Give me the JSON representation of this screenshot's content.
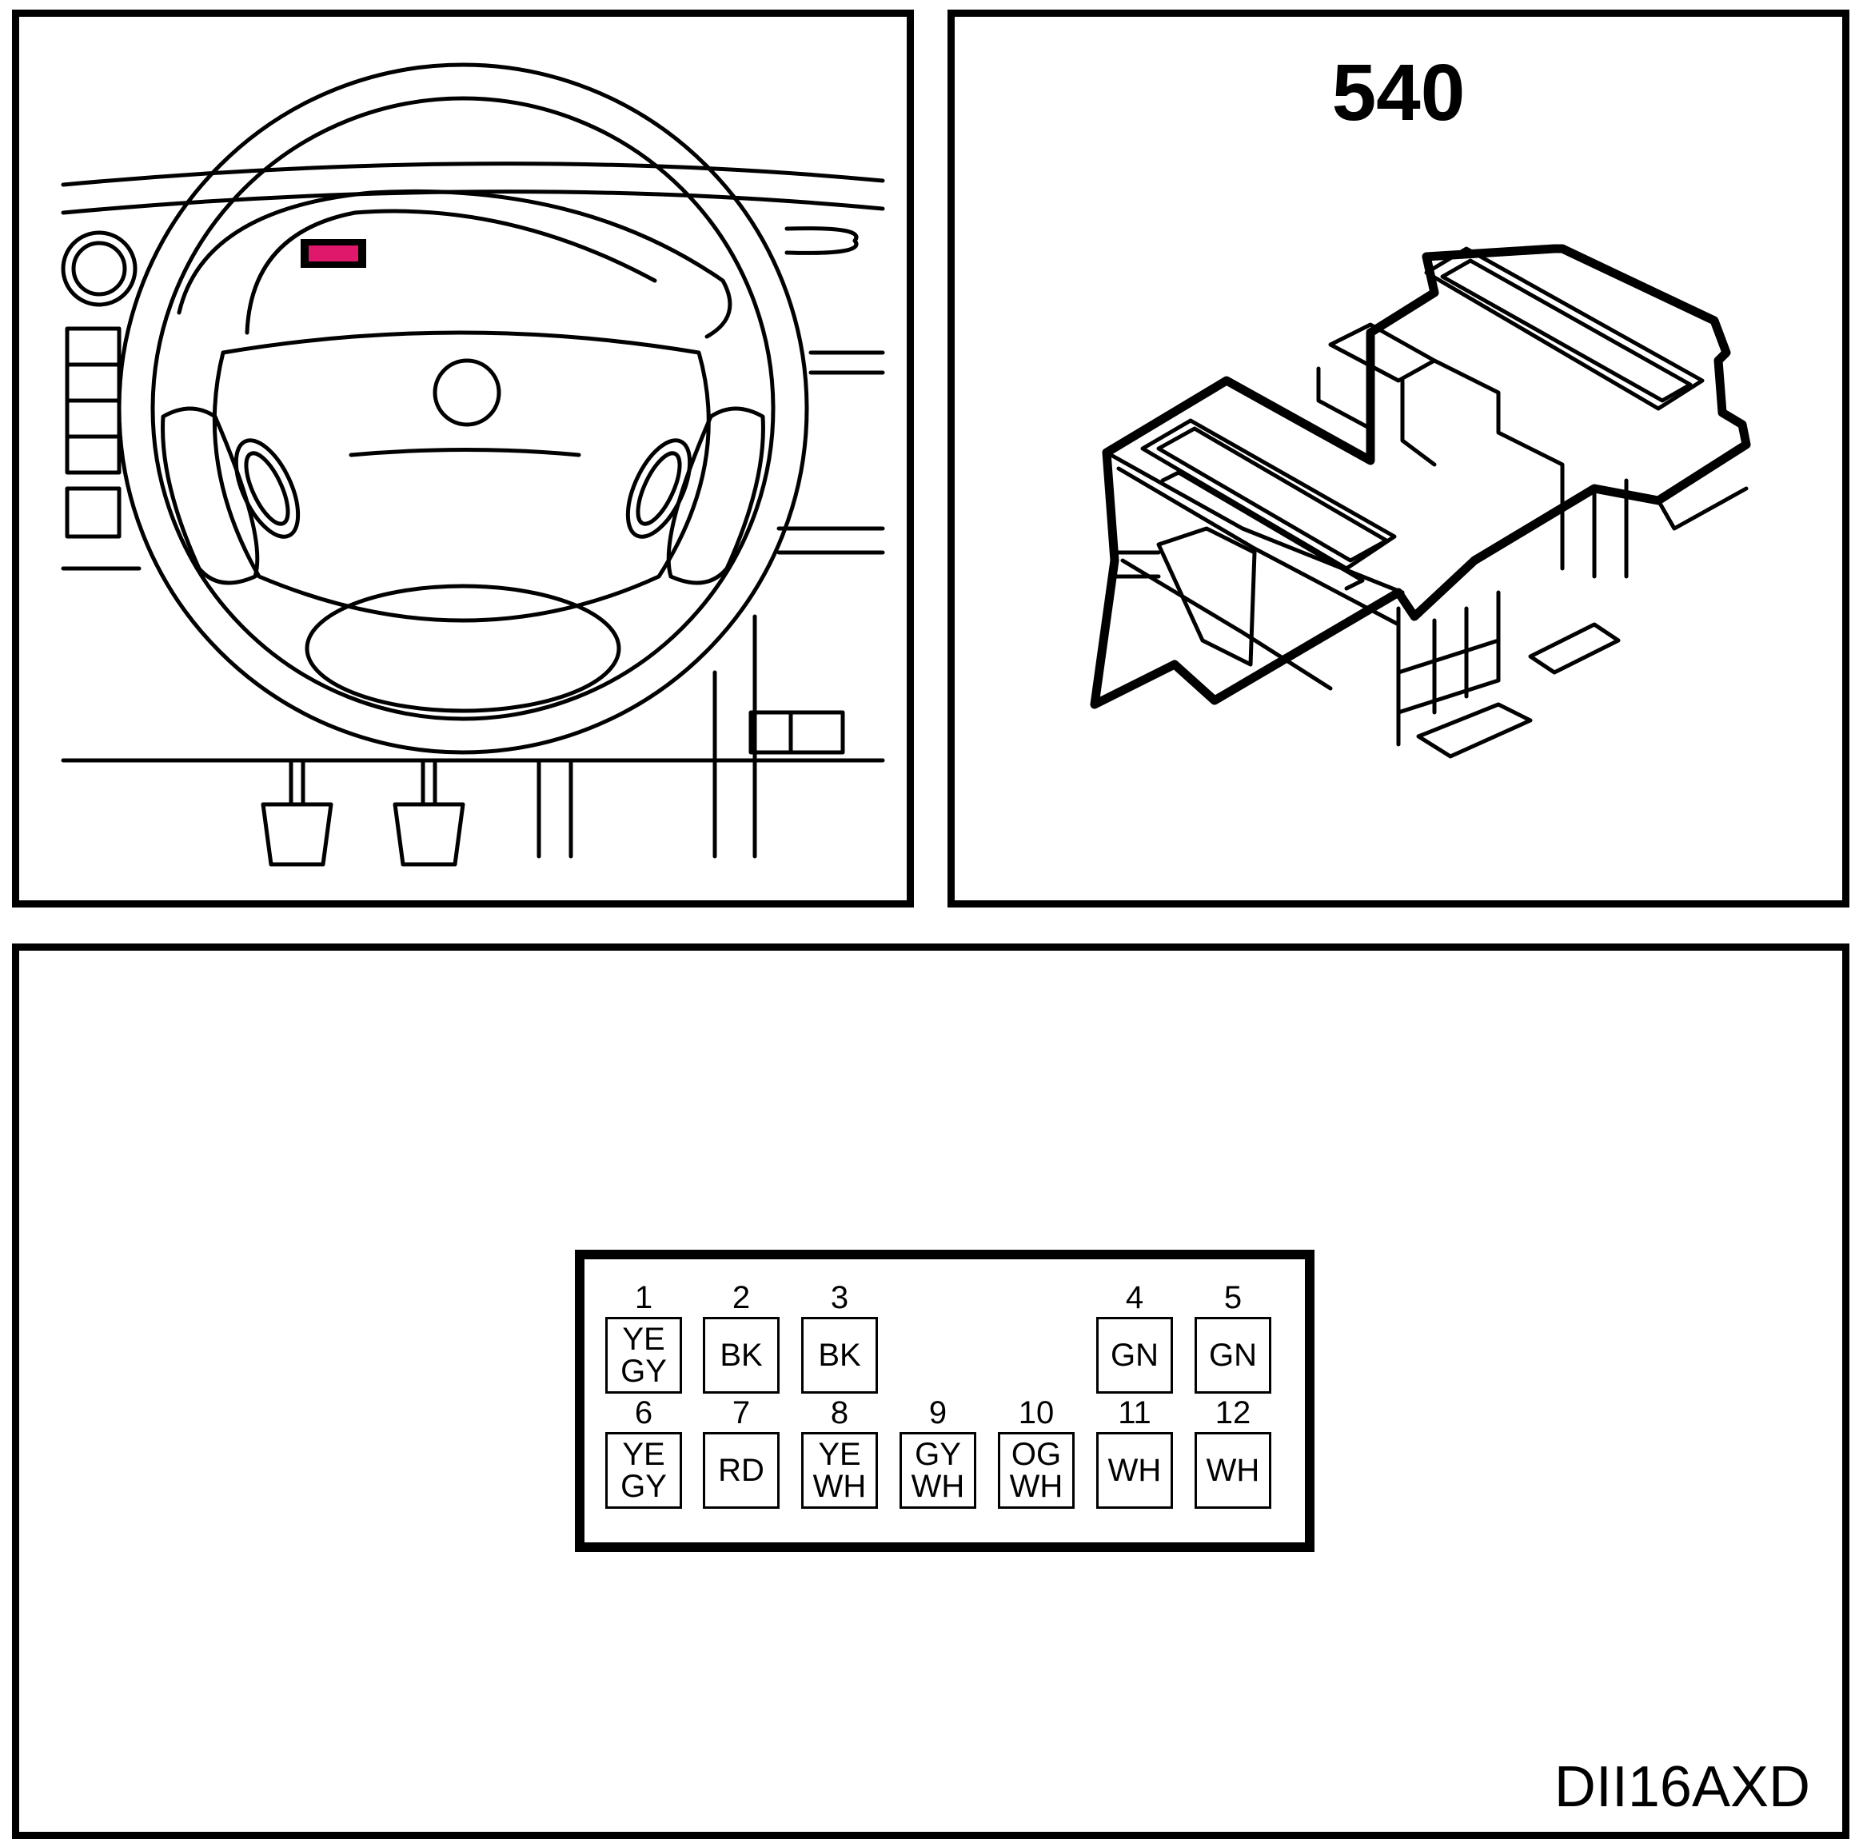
{
  "connector": {
    "title": "540",
    "highlight_color": "#e0186c"
  },
  "pinout": {
    "top_row": [
      {
        "pin": "1",
        "colors": [
          "YE",
          "GY"
        ]
      },
      {
        "pin": "2",
        "colors": [
          "BK"
        ]
      },
      {
        "pin": "3",
        "colors": [
          "BK"
        ]
      },
      {
        "pin": "4",
        "colors": [
          "GN"
        ]
      },
      {
        "pin": "5",
        "colors": [
          "GN"
        ]
      }
    ],
    "bottom_row": [
      {
        "pin": "6",
        "colors": [
          "YE",
          "GY"
        ]
      },
      {
        "pin": "7",
        "colors": [
          "RD"
        ]
      },
      {
        "pin": "8",
        "colors": [
          "YE",
          "WH"
        ]
      },
      {
        "pin": "9",
        "colors": [
          "GY",
          "WH"
        ]
      },
      {
        "pin": "10",
        "colors": [
          "OG",
          "WH"
        ]
      },
      {
        "pin": "11",
        "colors": [
          "WH"
        ]
      },
      {
        "pin": "12",
        "colors": [
          "WH"
        ]
      }
    ]
  },
  "diagram_code": "DII16AXD"
}
